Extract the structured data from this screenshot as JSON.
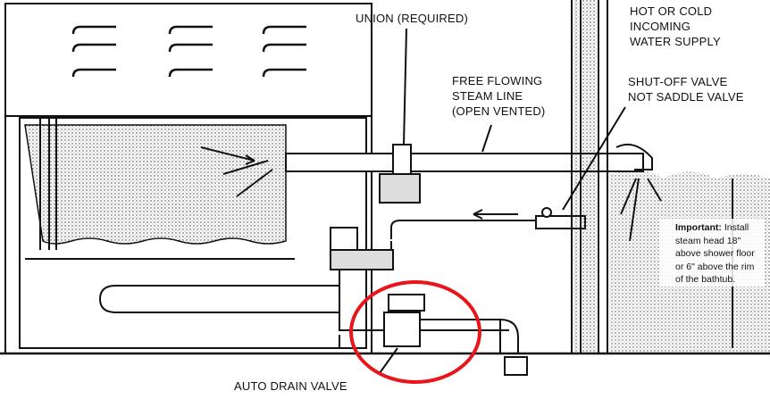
{
  "labels": {
    "union": "UNION (REQUIRED)",
    "water_supply": [
      "HOT OR COLD",
      "INCOMING",
      "WATER SUPPLY"
    ],
    "steam_line": [
      "FREE FLOWING",
      "STEAM LINE",
      "(OPEN VENTED)"
    ],
    "shutoff_valve": [
      "SHUT-OFF VALVE",
      "NOT SADDLE VALVE"
    ],
    "auto_drain": "AUTO DRAIN VALVE"
  },
  "note": {
    "heading": "Important:",
    "lines": [
      " Install",
      "steam head 18\"",
      "above shower floor",
      "or 6\" above the rim",
      "of the bathtub."
    ]
  },
  "colors": {
    "highlight": "#e8151b",
    "ink": "#111111"
  }
}
